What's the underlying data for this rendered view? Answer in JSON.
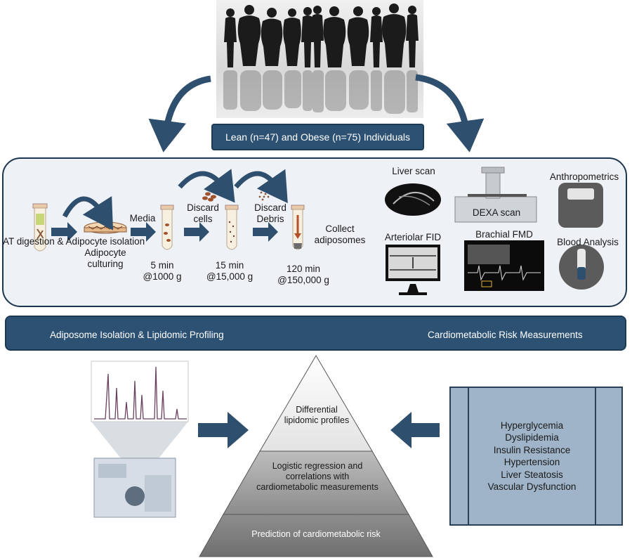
{
  "cohort": {
    "label": "Lean (n=47) and Obese (n=75) Individuals"
  },
  "workflow": {
    "step1_label": "AT digestion & Adipocyte isolation",
    "step2_label": "Adipocyte culturing",
    "media_label": "Media",
    "step3_label": "5 min @1000 g",
    "discard_cells_label": "Discard cells",
    "step4_label": "15 min @15,000 g",
    "discard_debris_label": "Discard Debris",
    "step5_label": "120 min @150,000 g",
    "collect_label": "Collect adiposomes"
  },
  "measurements": {
    "liver_scan": "Liver scan",
    "dexa_scan": "DEXA scan",
    "anthropometrics": "Anthropometrics",
    "arteriolar_fid": "Arteriolar FID",
    "brachial_fmd": "Brachial FMD",
    "blood_analysis": "Blood Analysis"
  },
  "section_bar": {
    "left_label": "Adiposome Isolation & Lipidomic Profiling",
    "right_label": "Cardiometabolic Risk Measurements"
  },
  "pyramid": {
    "top": "Differential lipidomic profiles",
    "middle": "Logistic regression and correlations with cardiometabolic measurements",
    "bottom": "Prediction of cardiometabolic risk"
  },
  "risk_factors": [
    "Hyperglycemia",
    "Dyslipidemia",
    "Insulin Resistance",
    "Hypertension",
    "Liver Steatosis",
    "Vascular Dysfunction"
  ],
  "colors": {
    "navy": "#2c5173",
    "arrow": "#2f4f6e",
    "panel": "#eef1f5",
    "risk_box": "#9fb4c8"
  }
}
